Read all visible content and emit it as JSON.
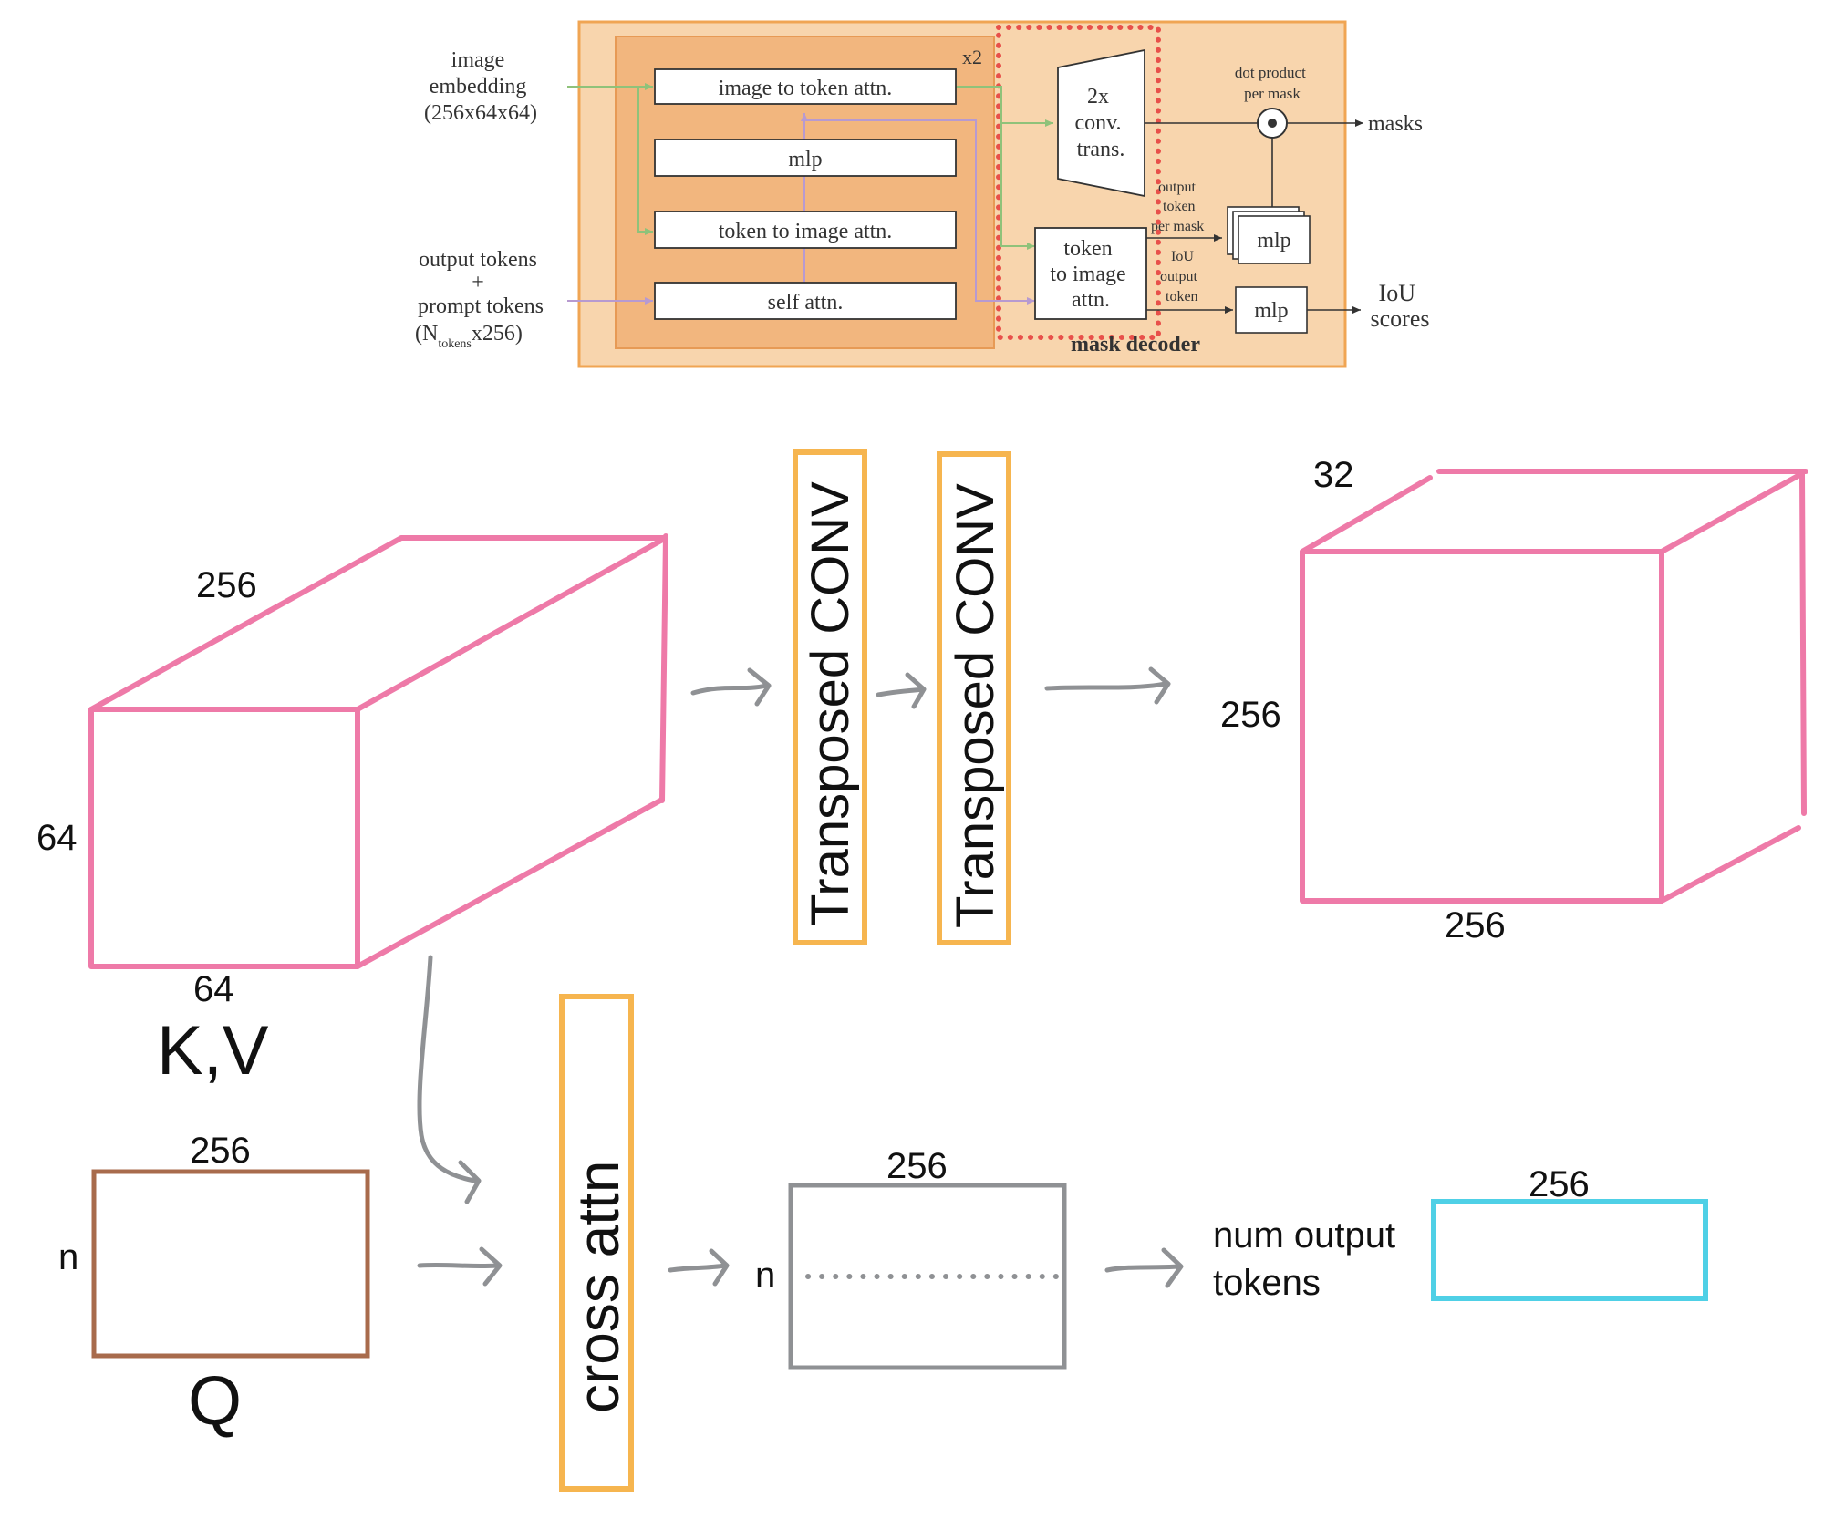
{
  "top_figure": {
    "inputs": {
      "image_embedding": [
        "image",
        "embedding",
        "(256x64x64)"
      ],
      "output_tokens": [
        "output tokens",
        "+",
        "prompt tokens"
      ],
      "ntokens_prefix": "(N",
      "ntokens_sub": "tokens",
      "ntokens_suffix": "x256)"
    },
    "repeat_label": "x2",
    "blocks": {
      "image_to_token": "image to token attn.",
      "mlp": "mlp",
      "token_to_image": "token to image attn.",
      "self_attn": "self attn."
    },
    "conv_trans": [
      "2x",
      "conv.",
      "trans."
    ],
    "token_to_image_2": [
      "token",
      "to image",
      "attn."
    ],
    "dot_product": [
      "dot product",
      "per mask"
    ],
    "output_token_per_mask": [
      "output",
      "token",
      "per mask"
    ],
    "iou_output_token": [
      "IoU",
      "output",
      "token"
    ],
    "mlp_mask": "mlp",
    "mlp_iou": "mlp",
    "masks_label": "masks",
    "iou_scores": [
      "IoU",
      "scores"
    ],
    "decoder_label": "mask decoder"
  },
  "sketch": {
    "kv_cube": {
      "top_dim": "256",
      "side_dim": "64",
      "bottom_dim": "64",
      "name": "K,V"
    },
    "transposed_conv_1": "Transposed CONV",
    "transposed_conv_2": "Transposed CONV",
    "output_cube": {
      "top_dim": "32",
      "side_dim": "256",
      "bottom_dim": "256"
    },
    "q_rect": {
      "top_dim": "256",
      "side_dim": "n",
      "name": "Q"
    },
    "cross_attn": "cross attn",
    "result_rect": {
      "top_dim": "256",
      "side_dim": "n"
    },
    "num_output_tokens": [
      "num output",
      "tokens"
    ],
    "token_rect": {
      "top_dim": "256"
    }
  },
  "colors": {
    "orange_outer": "#f8d5ad",
    "orange_inner": "#f2b67e",
    "orange_border": "#f0a553",
    "red_dots": "#e8504a",
    "pink": "#ee7aa8",
    "brown": "#a86b4c",
    "gray": "#8f9194",
    "cyan": "#4fd0e6",
    "label_orange": "#f6b54f"
  }
}
